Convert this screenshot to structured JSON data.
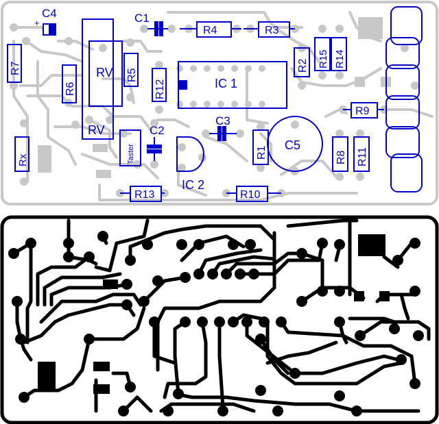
{
  "colors": {
    "component": "#0000cc",
    "silk_tracks": "#c8c8c8",
    "copper": "#000000",
    "background": "#ffffff"
  },
  "components": {
    "c4": "C4",
    "c4_polarity": "+",
    "c1": "C1",
    "c2": "C2",
    "c3": "C3",
    "c5": "C5",
    "r1": "R1",
    "r2": "R2",
    "r3": "R3",
    "r4": "R4",
    "r5": "R5",
    "r6": "R6",
    "r7": "R7",
    "r8": "R8",
    "r9": "R9",
    "r10": "R10",
    "r11": "R11",
    "r12": "R12",
    "r13": "R13",
    "r14": "R14",
    "r15": "R15",
    "rx": "Rx",
    "rv_top": "RV",
    "rv_bottom": "RV",
    "ic1": "IC 1",
    "ic2": "IC 2",
    "taster": "Taster"
  }
}
